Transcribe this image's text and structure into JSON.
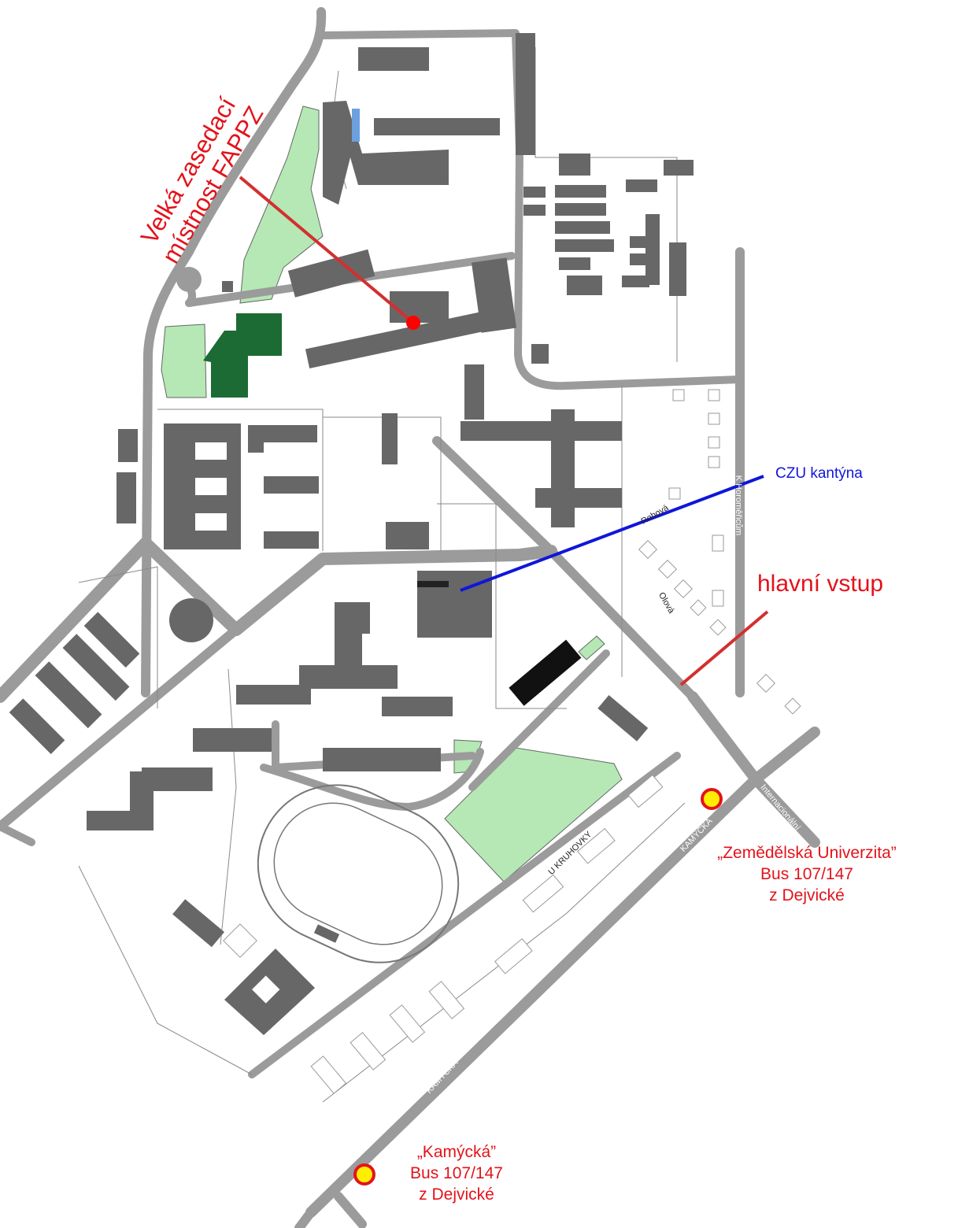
{
  "annotations": {
    "meeting_room": {
      "line1": "Velká zasedací",
      "line2": "místnost FAPPZ",
      "color": "#e3131b"
    },
    "canteen": {
      "label": "CZU kantýna",
      "color": "#1016d8"
    },
    "main_entrance": {
      "label": "hlavní vstup",
      "color": "#e3131b"
    }
  },
  "bus_stops": [
    {
      "name": "„Zemědělská Univerzita”",
      "line": "Bus 107/147",
      "from": "z Dejvické"
    },
    {
      "name": "„Kamýcká”",
      "line": "Bus 107/147",
      "from": "z Dejvické"
    }
  ],
  "streets": {
    "kamycka_1": "KAMÝCKÁ",
    "kamycka_2": "KAMÝCKÁ",
    "internacionalni": "Internacionální",
    "u_kruhovky": "U KRUHOVKY",
    "olova": "Olová",
    "rohova": "Rohová",
    "k_horomericum": "K Horoměřicům"
  },
  "colors": {
    "road": "#9b9b9b",
    "building": "#676767",
    "green": "#b5e8b5",
    "dark_green": "#1c6b34",
    "bus_stop_fill": "#ffee00",
    "bus_stop_ring": "#e3131b"
  }
}
